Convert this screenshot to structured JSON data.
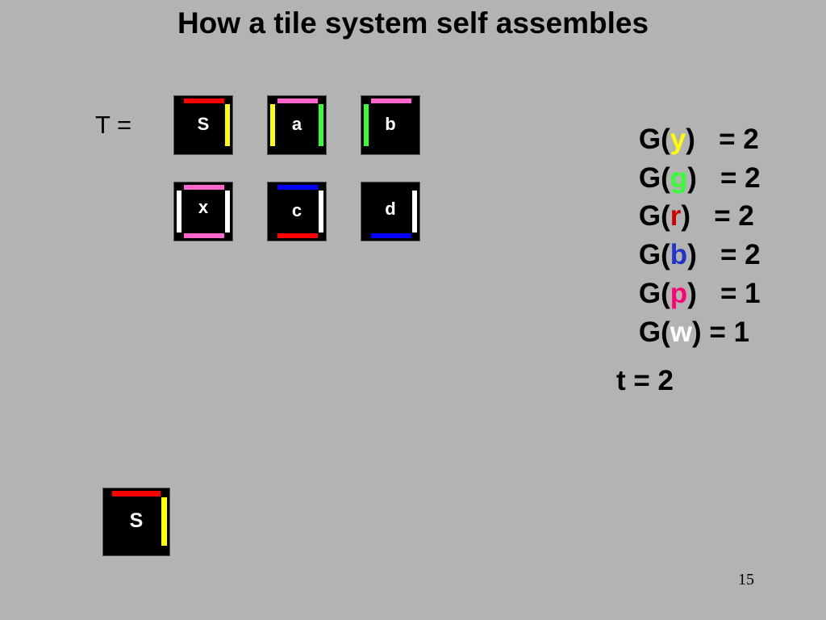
{
  "title": "How a tile system self assembles",
  "tileset_label": "T =",
  "colors": {
    "red": "#ff0000",
    "yellow": "#ffff00",
    "pink": "#ff66cc",
    "green": "#33ff33",
    "blue": "#0000ff",
    "white": "#ffffff",
    "label_r": "#cc0000",
    "label_b": "#2233cc",
    "label_p": "#ff0077"
  },
  "tiles": [
    {
      "label": "S",
      "sides": {
        "top": "#ff0000",
        "right": "#ffff00"
      }
    },
    {
      "label": "a",
      "sides": {
        "top": "#ff66cc",
        "left": "#ffff00",
        "right": "#33ff33"
      }
    },
    {
      "label": "b",
      "sides": {
        "top": "#ff66cc",
        "left": "#33ff33"
      }
    },
    {
      "label": "x",
      "sides": {
        "top": "#ff66cc",
        "bottom": "#ff66cc",
        "left": "#ffffff",
        "right": "#ffffff"
      }
    },
    {
      "label": "c",
      "sides": {
        "top": "#0000ff",
        "bottom": "#ff0000",
        "right": "#ffffff"
      }
    },
    {
      "label": "d",
      "sides": {
        "bottom": "#0000ff",
        "right": "#ffffff"
      }
    }
  ],
  "glue_strengths": [
    {
      "prefix": "G(",
      "glue": "y",
      "color": "#ffff00",
      "suffix": ")   = 2"
    },
    {
      "prefix": "G(",
      "glue": "g",
      "color": "#33ff33",
      "suffix": ")   = 2"
    },
    {
      "prefix": "G(",
      "glue": "r",
      "color": "#cc0000",
      "suffix": ")   = 2"
    },
    {
      "prefix": "G(",
      "glue": "b",
      "color": "#2233cc",
      "suffix": ")   = 2"
    },
    {
      "prefix": "G(",
      "glue": "p",
      "color": "#ff0077",
      "suffix": ")   = 1"
    },
    {
      "prefix": "G(",
      "glue": "w",
      "color": "#ffffff",
      "suffix": ") = 1"
    }
  ],
  "temperature": "t = 2",
  "seed_tile": {
    "label": "S",
    "sides": {
      "top": "#ff0000",
      "right": "#ffff00"
    }
  },
  "page_number": "15"
}
